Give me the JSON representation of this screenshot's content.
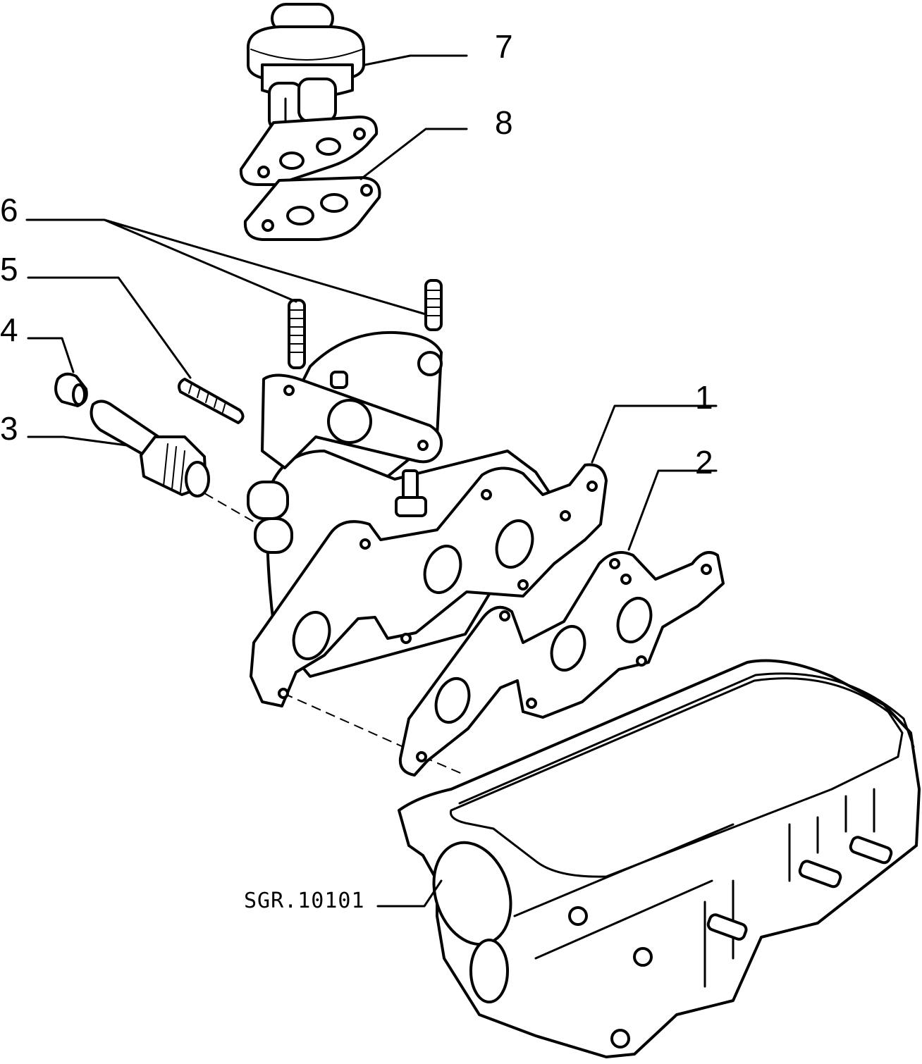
{
  "callouts": [
    {
      "id": "1",
      "label": "1"
    },
    {
      "id": "2",
      "label": "2"
    },
    {
      "id": "3",
      "label": "3"
    },
    {
      "id": "4",
      "label": "4"
    },
    {
      "id": "5",
      "label": "5"
    },
    {
      "id": "6",
      "label": "6"
    },
    {
      "id": "7",
      "label": "7"
    },
    {
      "id": "8",
      "label": "8"
    }
  ],
  "reference_code": "SGR.10101"
}
